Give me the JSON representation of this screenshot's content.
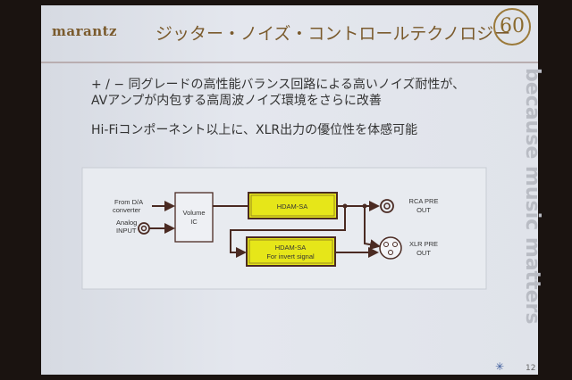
{
  "header": {
    "logo": "marantz",
    "title": "ジッター・ノイズ・コントロールテクノロジー",
    "anniversary_badge": "60"
  },
  "body": {
    "line1": "+ / −  同グレードの高性能バランス回路による高いノイズ耐性が、",
    "line2": "AVアンプが内包する高周波ノイズ環境をさらに改善",
    "line3": "Hi-Fiコンポーネント以上に、XLR出力の優位性を体感可能"
  },
  "diagram": {
    "from_da": [
      "From D/A",
      "converter"
    ],
    "analog_input": [
      "Analog",
      "INPUT"
    ],
    "volume_ic": [
      "Volume",
      "IC"
    ],
    "hdam1": "HDAM-SA",
    "hdam2": [
      "HDAM-SA",
      "For invert signal"
    ],
    "rca_out": [
      "RCA PRE",
      "OUT"
    ],
    "xlr_out": [
      "XLR PRE",
      "OUT"
    ],
    "box_color": "#e6e619"
  },
  "side_slogan": "because music matters",
  "page_number": "12"
}
